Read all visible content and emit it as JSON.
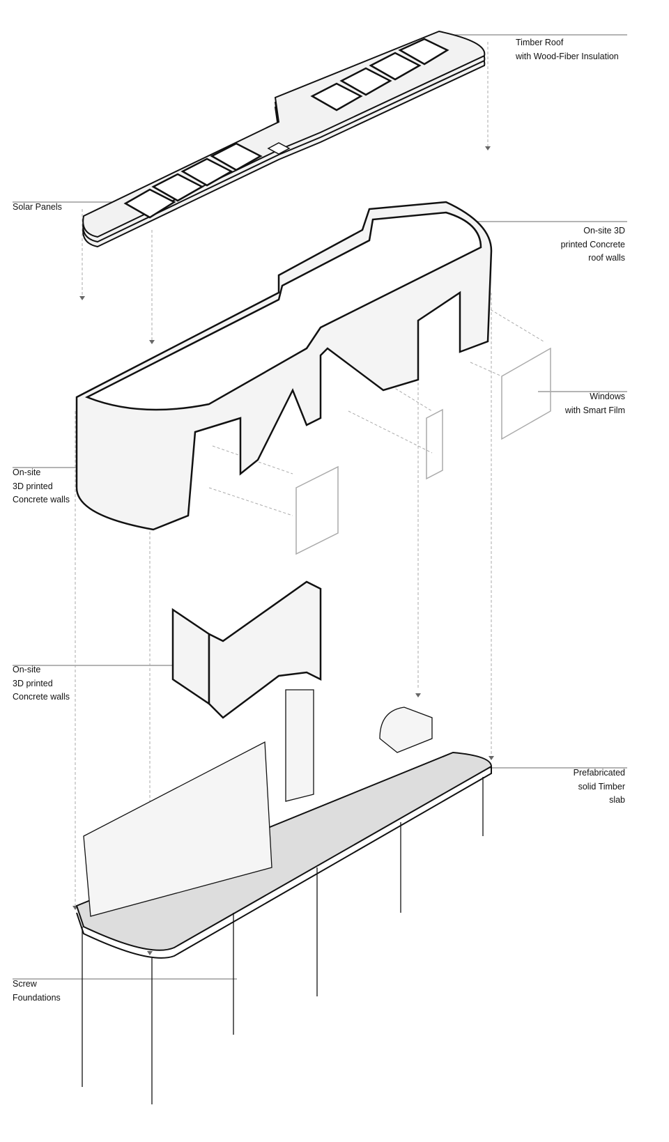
{
  "labels": {
    "timber_roof": [
      "Timber Roof",
      "with Wood-Fiber Insulation"
    ],
    "solar_panels": [
      "Solar Panels"
    ],
    "roof_walls": [
      "On-site 3D",
      "printed Concrete",
      "roof walls"
    ],
    "windows": [
      "Windows",
      "with Smart Film"
    ],
    "concrete_walls_1": [
      "On-site",
      "3D printed",
      "Concrete walls"
    ],
    "concrete_walls_2": [
      "On-site",
      "3D printed",
      "Concrete walls"
    ],
    "timber_slab": [
      "Prefabricated",
      "solid Timber",
      "slab"
    ],
    "foundations": [
      "Screw",
      "Foundations"
    ]
  },
  "colors": {
    "line": "#111111",
    "leader": "#888888",
    "fill": "#f2f2f2",
    "slab": "#d9d9d9",
    "dash": "#aaaaaa"
  }
}
